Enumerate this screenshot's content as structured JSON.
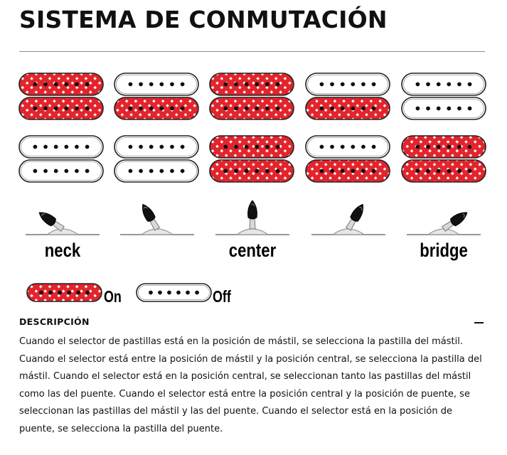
{
  "title": "SISTEMA DE CONMUTACIÓN",
  "colors": {
    "on_fill": "#e2242c",
    "on_dots": "#111111",
    "off_fill": "#ffffff",
    "outline": "#222222"
  },
  "pickup_grid": {
    "rows": [
      [
        [
          "on",
          "on"
        ],
        [
          "off",
          "on"
        ],
        [
          "on",
          "on"
        ],
        [
          "off",
          "on"
        ],
        [
          "off",
          "off"
        ]
      ],
      [
        [
          "off",
          "off"
        ],
        [
          "off",
          "off"
        ],
        [
          "on",
          "on"
        ],
        [
          "off",
          "on"
        ],
        [
          "on",
          "on"
        ]
      ]
    ]
  },
  "selector": {
    "positions": [
      {
        "id": "neck",
        "label": "neck",
        "lean": -1
      },
      {
        "id": "neck-center",
        "label": "",
        "lean": -0.55
      },
      {
        "id": "center",
        "label": "center",
        "lean": 0
      },
      {
        "id": "center-bridge",
        "label": "",
        "lean": 0.55
      },
      {
        "id": "bridge",
        "label": "bridge",
        "lean": 1
      }
    ]
  },
  "legend": {
    "on_label": "On",
    "off_label": "Off"
  },
  "description": {
    "heading": "DESCRIPCIÓN",
    "text": "Cuando el selector de pastillas está en la posición de mástil, se selecciona la pastilla del mástil. Cuando el selector está entre la posición de mástil y la posición central, se selecciona la pastilla del mástil. Cuando el selector está en la posición central, se seleccionan tanto las pastillas del mástil como las del puente. Cuando el selector está entre la posición central y la posición de puente, se seleccionan las pastillas del mástil y las del puente. Cuando el selector está en la posición de puente, se selecciona la pastilla del puente."
  }
}
